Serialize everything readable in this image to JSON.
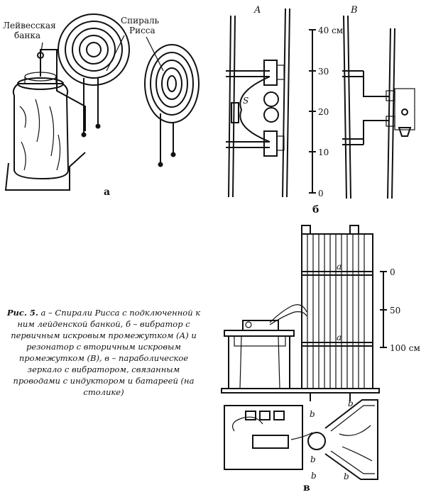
{
  "labels": {
    "leyden_jar": [
      "Лейвесская",
      "банка"
    ],
    "riess_spiral": [
      "Спираль",
      "Рисса"
    ],
    "panel_a": "а",
    "panel_b": "б",
    "panel_v": "в",
    "vibrator_A": "A",
    "resonator_B": "B",
    "gap_S": "S",
    "mirror_a_top": "a",
    "mirror_a_mid": "a",
    "b_marks": [
      "b",
      "b",
      "b",
      "b",
      "b"
    ]
  },
  "scale_b": {
    "ticks": [
      "40 см",
      "30",
      "20",
      "10",
      "0"
    ]
  },
  "scale_v": {
    "ticks": [
      "0",
      "50",
      "100 см"
    ]
  },
  "caption": {
    "prefix": "Рис. 5.",
    "text": " а – Спирали Рисса с подключенной к ним лейденской банкой, б – вибратор с первичным искровым промежутком (А) и резонатор с вторичным искровым промежутком (В), в – параболическое зеркало с вибратором, связанным проводами с индуктором и батареей (на столике)"
  }
}
